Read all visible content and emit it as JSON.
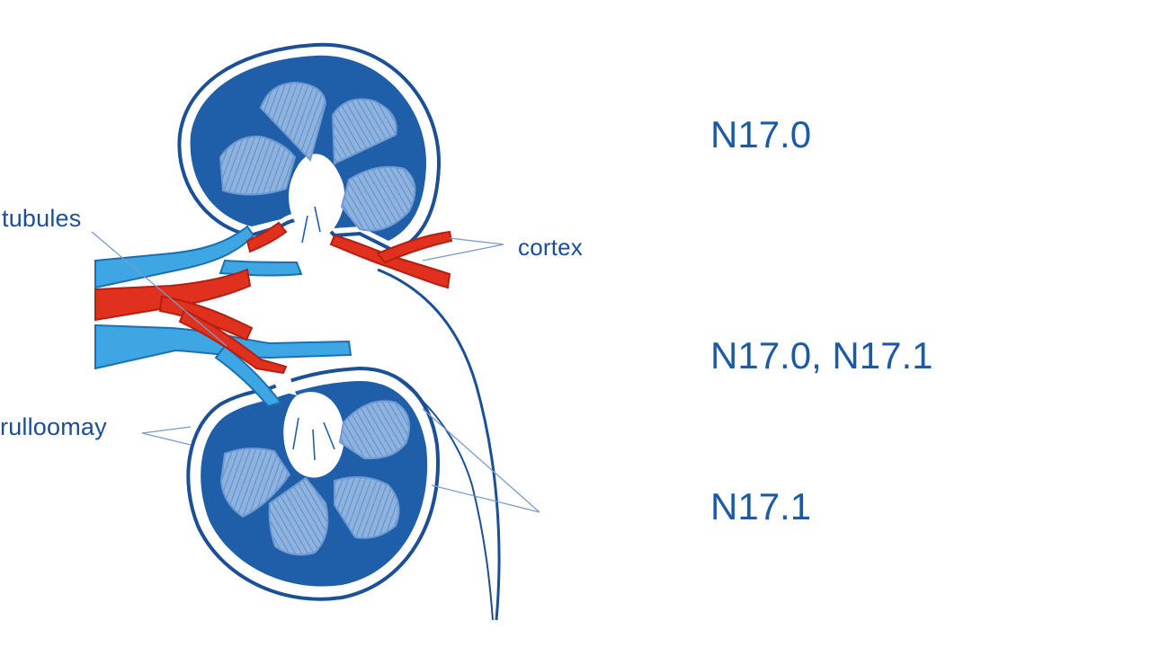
{
  "diagram": {
    "labels": {
      "tubules": "tubules",
      "cortex": "cortex",
      "medulla": "rulloomay"
    },
    "codes": [
      "N17.0",
      "N17.0, N17.1",
      "N17.1"
    ],
    "colors": {
      "kidney_dark": "#1f5ea8",
      "kidney_outline": "#1b4f96",
      "pyramid_light": "#8fb3df",
      "vein_blue": "#3ea6e3",
      "artery_red": "#e0301e",
      "text_blue": "#1d5aa6"
    }
  }
}
